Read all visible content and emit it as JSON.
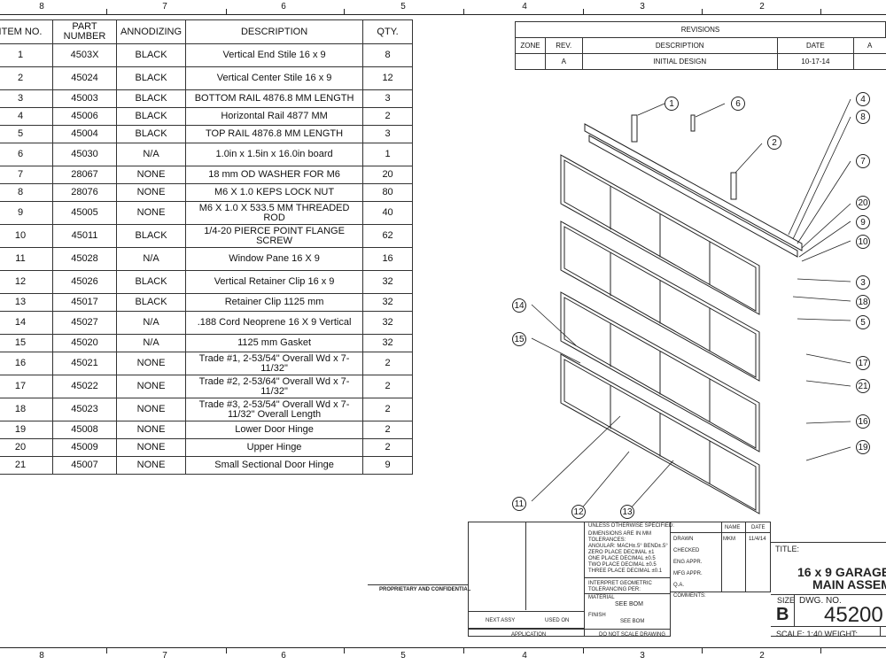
{
  "zones_top": [
    "8",
    "7",
    "6",
    "5",
    "4",
    "3",
    "2"
  ],
  "zones_bottom": [
    "8",
    "7",
    "6",
    "5",
    "4",
    "3",
    "2"
  ],
  "bom": {
    "headers": [
      "ITEM NO.",
      "PART NUMBER",
      "ANNODIZING",
      "DESCRIPTION",
      "QTY."
    ],
    "rows": [
      [
        "1",
        "4503X",
        "BLACK",
        "Vertical End Stile 16 x 9",
        "8"
      ],
      [
        "2",
        "45024",
        "BLACK",
        "Vertical Center Stile 16 x 9",
        "12"
      ],
      [
        "3",
        "45003",
        "BLACK",
        "BOTTOM RAIL 4876.8 MM LENGTH",
        "3"
      ],
      [
        "4",
        "45006",
        "BLACK",
        "Horizontal Rail 4877 MM",
        "2"
      ],
      [
        "5",
        "45004",
        "BLACK",
        "TOP RAIL 4876.8 MM LENGTH",
        "3"
      ],
      [
        "6",
        "45030",
        "N/A",
        "1.0in x 1.5in x 16.0in board",
        "1"
      ],
      [
        "7",
        "28067",
        "NONE",
        "18 mm OD WASHER FOR M6",
        "20"
      ],
      [
        "8",
        "28076",
        "NONE",
        "M6 X 1.0 KEPS LOCK NUT",
        "80"
      ],
      [
        "9",
        "45005",
        "NONE",
        "M6 X 1.0 X 533.5 MM THREADED ROD",
        "40"
      ],
      [
        "10",
        "45011",
        "BLACK",
        "1/4-20 PIERCE POINT FLANGE SCREW",
        "62"
      ],
      [
        "11",
        "45028",
        "N/A",
        "Window Pane 16 X 9",
        "16"
      ],
      [
        "12",
        "45026",
        "BLACK",
        "Vertical Retainer Clip 16 x 9",
        "32"
      ],
      [
        "13",
        "45017",
        "BLACK",
        "Retainer Clip 1125 mm",
        "32"
      ],
      [
        "14",
        "45027",
        "N/A",
        ".188 Cord Neoprene 16 X 9 Vertical",
        "32"
      ],
      [
        "15",
        "45020",
        "N/A",
        "1125 mm Gasket",
        "32"
      ],
      [
        "16",
        "45021",
        "NONE",
        "Trade #1, 2-53/54\" Overall Wd x 7-11/32\"",
        "2"
      ],
      [
        "17",
        "45022",
        "NONE",
        "Trade #2, 2-53/64\" Overall Wd x 7-11/32\"",
        "2"
      ],
      [
        "18",
        "45023",
        "NONE",
        "Trade #3, 2-53/54\" Overall Wd x 7-11/32\" Overall Length",
        "2"
      ],
      [
        "19",
        "45008",
        "NONE",
        "Lower Door Hinge",
        "2"
      ],
      [
        "20",
        "45009",
        "NONE",
        "Upper Hinge",
        "2"
      ],
      [
        "21",
        "45007",
        "NONE",
        "Small Sectional Door Hinge",
        "9"
      ]
    ]
  },
  "revisions": {
    "title": "REVISIONS",
    "headers": [
      "ZONE",
      "REV.",
      "DESCRIPTION",
      "DATE",
      "A"
    ],
    "row": [
      "",
      "A",
      "INITIAL DESIGN",
      "10-17-14",
      ""
    ]
  },
  "callouts": [
    "1",
    "2",
    "3",
    "4",
    "5",
    "6",
    "7",
    "8",
    "9",
    "10",
    "11",
    "12",
    "13",
    "14",
    "15",
    "16",
    "17",
    "18",
    "19",
    "20",
    "21"
  ],
  "title_block": {
    "proprietary": "PROPRIETARY AND CONFIDENTIAL",
    "unless": "UNLESS OTHERWISE SPECIFIED:",
    "dims": "DIMENSIONS ARE IN MM",
    "tol": "TOLERANCES:",
    "ang": "ANGULAR: MACH±.5° BEND±.5°",
    "zero": "ZERO PLACE DECIMAL  ±1",
    "one": "ONE PLACE DECIMAL  ±0.5",
    "two": "TWO PLACE DECIMAL  ±0.5",
    "three": "THREE PLACE DECIMAL  ±0.1",
    "geo": "INTERPRET GEOMETRIC TOLERANCING PER:",
    "material": "MATERIAL",
    "see_bom": "SEE BOM",
    "finish": "FINISH",
    "finish_val": "SEE BOM",
    "next_assy": "NEXT ASSY",
    "used_on": "USED ON",
    "application": "APPLICATION",
    "do_not_scale": "DO NOT SCALE DRAWING",
    "name": "NAME",
    "date": "DATE",
    "drawn": "DRAWN",
    "drawn_name": "MKM",
    "drawn_date": "11/4/14",
    "checked": "CHECKED",
    "eng": "ENG APPR.",
    "mfg": "MFG APPR.",
    "qa": "Q.A.",
    "comments": "COMMENTS:",
    "title_label": "TITLE:",
    "title1": "16 x 9 GARAGE",
    "title2": "MAIN ASSEM",
    "size_label": "SIZE",
    "size": "B",
    "dwg_label": "DWG.  NO.",
    "dwg_no": "45200",
    "scale": "SCALE: 1:40 WEIGHT:"
  }
}
